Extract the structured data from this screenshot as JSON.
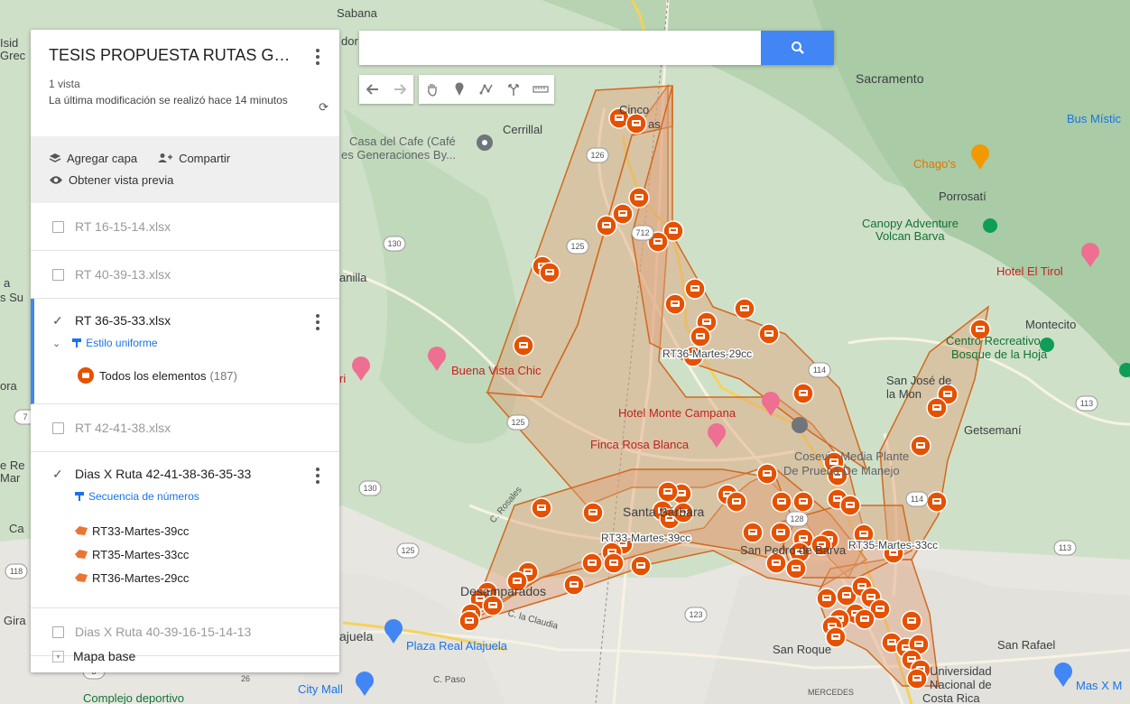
{
  "panel": {
    "title": "TESIS PROPUESTA RUTAS GAM ...",
    "views": "1 vista",
    "last_modified": "La última modificación se realizó hace 14 minutos",
    "actions": {
      "add_layer": "Agregar capa",
      "share": "Compartir",
      "preview": "Obtener vista previa"
    },
    "layers": [
      {
        "name": "RT 16-15-14.xlsx",
        "checked": false
      },
      {
        "name": "RT 40-39-13.xlsx",
        "checked": false
      },
      {
        "name": "RT 36-35-33.xlsx",
        "checked": true,
        "style": "Estilo uniforme",
        "element_label": "Todos los elementos",
        "element_count": "(187)"
      },
      {
        "name": "RT 42-41-38.xlsx",
        "checked": false
      },
      {
        "name": "Dias X Ruta 42-41-38-36-35-33",
        "checked": true,
        "style": "Secuencia de números",
        "routes": [
          "RT33-Martes-39cc",
          "RT35-Martes-33cc",
          "RT36-Martes-29cc"
        ]
      },
      {
        "name": "Dias X Ruta 40-39-16-15-14-13",
        "checked": false
      }
    ],
    "base_map": "Mapa base"
  },
  "search": {
    "placeholder": "",
    "value": ""
  },
  "map": {
    "colors": {
      "route_fill": "#e0a27a",
      "route_stroke": "#d2691e",
      "marker": "#e65100",
      "accent": "#4285f4"
    },
    "labels": {
      "sabana": "Sabana",
      "sacramento": "Sacramento",
      "cinco": "Cinco",
      "cinco2": "as",
      "cerrillal": "Cerrillal",
      "casa_cafe1": "Casa del Cafe (Café",
      "casa_cafe2": "es Generaciones By...",
      "bus_mistico": "Bus Místic",
      "chagos": "Chago's",
      "porrosati": "Porrosatí",
      "canopy1": "Canopy Adventure",
      "canopy2": "Volcan Barva",
      "hotel_tirol": "Hotel El Tirol",
      "montecito": "Montecito",
      "centro_rec1": "Centro Recreativo",
      "centro_rec2": "Bosque de la Hoja",
      "san_jose1": "San José de",
      "san_jose2": "la Mon",
      "getsemani": "Getsemaní",
      "buena_vista": "Buena Vista Chic",
      "hotel_monte": "Hotel Monte Campana",
      "finca_rosa": "Finca Rosa Blanca",
      "cosevi1": "Cosevi - Media Plante",
      "cosevi2": "De Prueba De Manejo",
      "santa_barbara": "Santa Bárbara",
      "san_pedro": "San Pedro de Barva",
      "desamparados": "Desamparados",
      "plaza_real": "Plaza Real Alajuela",
      "alajuela": "ajuela",
      "san_roque": "San Roque",
      "san_rafael": "San Rafael",
      "universidad1": "Universidad",
      "universidad2": "Nacional de",
      "universidad3": "Costa Rica",
      "mas_x": "Mas X M",
      "city_mall": "City Mall",
      "mercedes": "MERCEDES",
      "c_rosales": "C. Rosales",
      "c_claudia": "C. la Claudia",
      "c_paso": "C. Paso",
      "anilla": "anilla",
      "ri": "ri",
      "isidro": "Isid",
      "greci": "Grec",
      "left_a": "a",
      "left_su": "s Su",
      "left_ora": "ora",
      "left_ere": "e Re",
      "left_mar": "Mar",
      "left_ca": "Ca",
      "left_gira": "Gira",
      "left_complejo": "Complejo deportivo",
      "dor": "dor"
    },
    "route_labels": {
      "rt36": "RT36-Martes-29cc",
      "rt33": "RT33-Martes-39cc",
      "rt35": "RT35-Martes-33cc"
    },
    "road_shields": [
      "712",
      "126",
      "130",
      "125",
      "125",
      "130",
      "125",
      "114",
      "113",
      "114",
      "128",
      "113",
      "118",
      "123",
      "7",
      "3",
      "26"
    ]
  }
}
